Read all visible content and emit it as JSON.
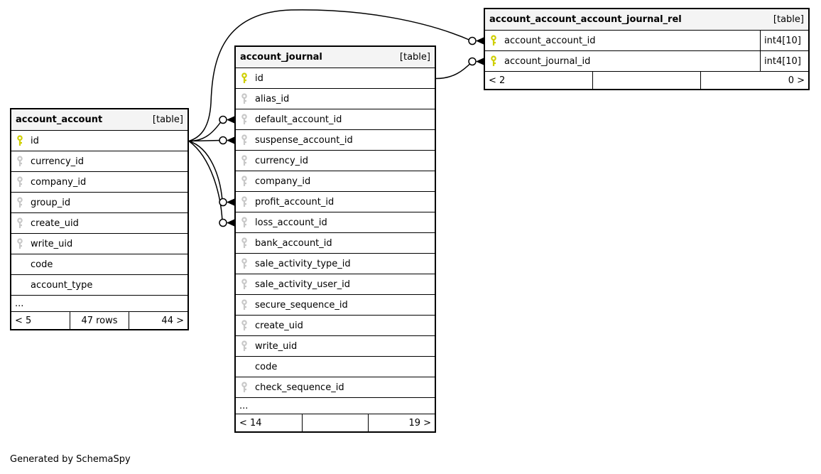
{
  "diagram": {
    "generator": "Generated by SchemaSpy",
    "colors": {
      "primary_key": "#cfcf00",
      "foreign_key": "#c8c8c8",
      "header_bg": "#f4f4f4",
      "border": "#000000",
      "background": "#ffffff"
    },
    "tables": [
      {
        "name": "account_account",
        "badge": "[table]",
        "columns": [
          {
            "name": "id",
            "key": "primary"
          },
          {
            "name": "currency_id",
            "key": "foreign"
          },
          {
            "name": "company_id",
            "key": "foreign"
          },
          {
            "name": "group_id",
            "key": "foreign"
          },
          {
            "name": "create_uid",
            "key": "foreign"
          },
          {
            "name": "write_uid",
            "key": "foreign"
          },
          {
            "name": "code",
            "key": "none"
          },
          {
            "name": "account_type",
            "key": "none"
          }
        ],
        "ellipsis": "...",
        "footer": {
          "left": "< 5",
          "center": "47 rows",
          "right": "44 >"
        }
      },
      {
        "name": "account_journal",
        "badge": "[table]",
        "columns": [
          {
            "name": "id",
            "key": "primary"
          },
          {
            "name": "alias_id",
            "key": "foreign"
          },
          {
            "name": "default_account_id",
            "key": "foreign"
          },
          {
            "name": "suspense_account_id",
            "key": "foreign"
          },
          {
            "name": "currency_id",
            "key": "foreign"
          },
          {
            "name": "company_id",
            "key": "foreign"
          },
          {
            "name": "profit_account_id",
            "key": "foreign"
          },
          {
            "name": "loss_account_id",
            "key": "foreign"
          },
          {
            "name": "bank_account_id",
            "key": "foreign"
          },
          {
            "name": "sale_activity_type_id",
            "key": "foreign"
          },
          {
            "name": "sale_activity_user_id",
            "key": "foreign"
          },
          {
            "name": "secure_sequence_id",
            "key": "foreign"
          },
          {
            "name": "create_uid",
            "key": "foreign"
          },
          {
            "name": "write_uid",
            "key": "foreign"
          },
          {
            "name": "code",
            "key": "none"
          },
          {
            "name": "check_sequence_id",
            "key": "foreign"
          }
        ],
        "ellipsis": "...",
        "footer": {
          "left": "< 14",
          "center": "",
          "right": "19 >"
        }
      },
      {
        "name": "account_account_account_journal_rel",
        "badge": "[table]",
        "columns": [
          {
            "name": "account_account_id",
            "key": "primary",
            "type": "int4[10]"
          },
          {
            "name": "account_journal_id",
            "key": "primary",
            "type": "int4[10]"
          }
        ],
        "footer": {
          "left": "< 2",
          "center": "",
          "right": "0 >"
        }
      }
    ],
    "relationships": [
      {
        "from": "account_account.id",
        "to": "account_journal.default_account_id"
      },
      {
        "from": "account_account.id",
        "to": "account_journal.suspense_account_id"
      },
      {
        "from": "account_account.id",
        "to": "account_journal.profit_account_id"
      },
      {
        "from": "account_account.id",
        "to": "account_journal.loss_account_id"
      },
      {
        "from": "account_account.id",
        "to": "account_account_account_journal_rel.account_account_id"
      },
      {
        "from": "account_journal.id",
        "to": "account_account_account_journal_rel.account_journal_id"
      }
    ]
  }
}
